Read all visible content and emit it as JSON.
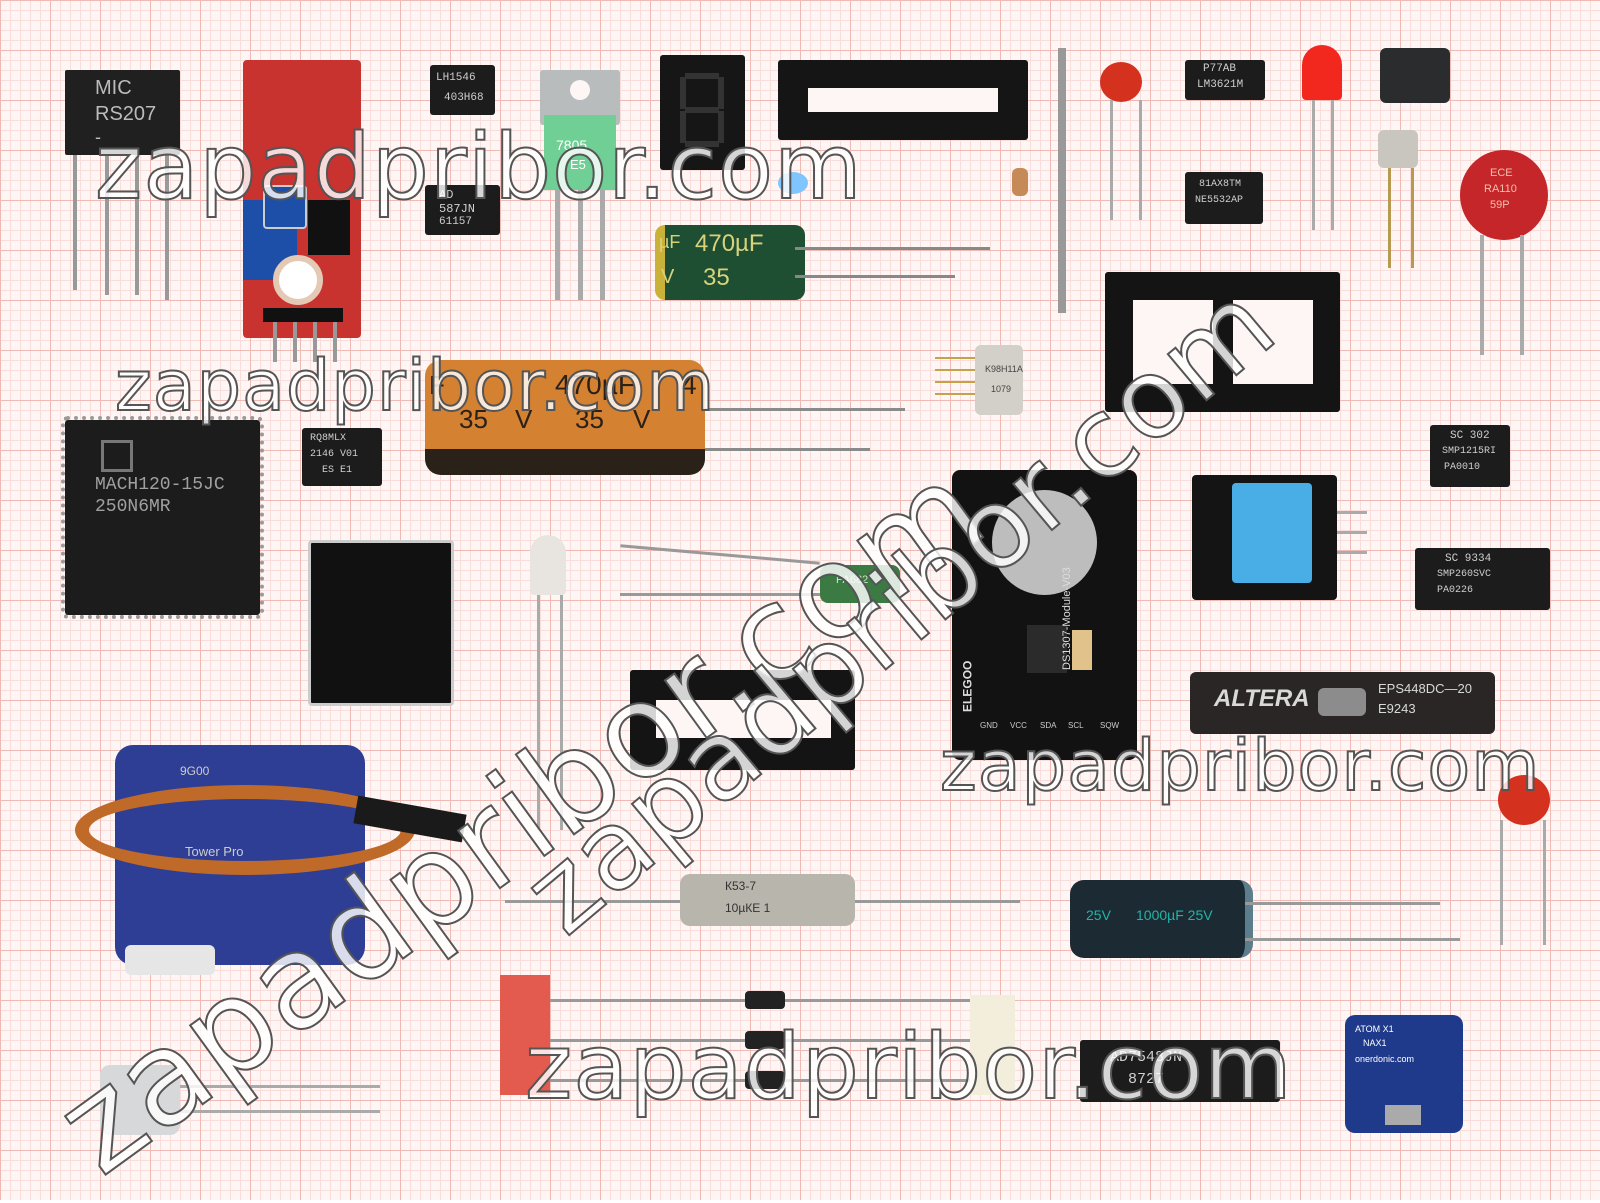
{
  "parts": {
    "bridge": [
      "MIC",
      "RS207",
      "-"
    ],
    "ic_lh1546": [
      "LH1546",
      "403H68"
    ],
    "ic_ad": [
      "AD",
      "587JN",
      "61157"
    ],
    "regulator": [
      "7805",
      "E5"
    ],
    "cap_green": [
      "µF",
      "470µF",
      "35",
      "V"
    ],
    "ic_p77ab": [
      "P77AB",
      "LM3621M"
    ],
    "ic_ne5532": [
      "81AX8TM",
      "NE5532AP"
    ],
    "varistor": [
      "ECE",
      "RA110",
      "59P"
    ],
    "cap_orange": [
      "F",
      "470µF",
      "4",
      "35",
      "V",
      "35",
      "V"
    ],
    "mach": [
      "MACH120-15JC",
      "250N6MR"
    ],
    "ic_rq8": [
      "RQ8MLX",
      "2146 V01",
      "ES   E1"
    ],
    "crystal": [
      "K98H11A",
      "1079"
    ],
    "ic_sc302": [
      "SC 302",
      "SMP1215RI",
      "PA0010"
    ],
    "ic_sc9334": [
      "SC 9334",
      "SMP260SVC",
      "PA0226"
    ],
    "film_cap": [
      "PA682"
    ],
    "rtc": [
      "ELEGOO",
      "DS1307-Module-V03",
      "SQW",
      "SCL",
      "SDA",
      "VCC",
      "GND"
    ],
    "altera": [
      "ALTERA",
      "EPS448DC—20",
      "E9243"
    ],
    "servo": [
      "9G00",
      "Tower Pro"
    ],
    "k53": [
      "К53-7",
      "10µКЕ 1"
    ],
    "cap_blue": [
      "25V",
      "1000µF 25V"
    ],
    "ic_ad7548": [
      "AD7548JN",
      "8727"
    ],
    "atom": [
      "ATOM X1",
      "NAX1",
      "onerdonic.com"
    ]
  },
  "watermarks": [
    "zapadpribor.com",
    "zapadpribor.com",
    "zapadpribor.com",
    "zapadpribor.com",
    "zapadpribor.com",
    "zapadpribor.com"
  ],
  "colors": {
    "grid": "#f0b9b4",
    "paper": "#fdf6f4",
    "pcb_red": "#c8322f",
    "pot_blue": "#1e4fa8"
  }
}
